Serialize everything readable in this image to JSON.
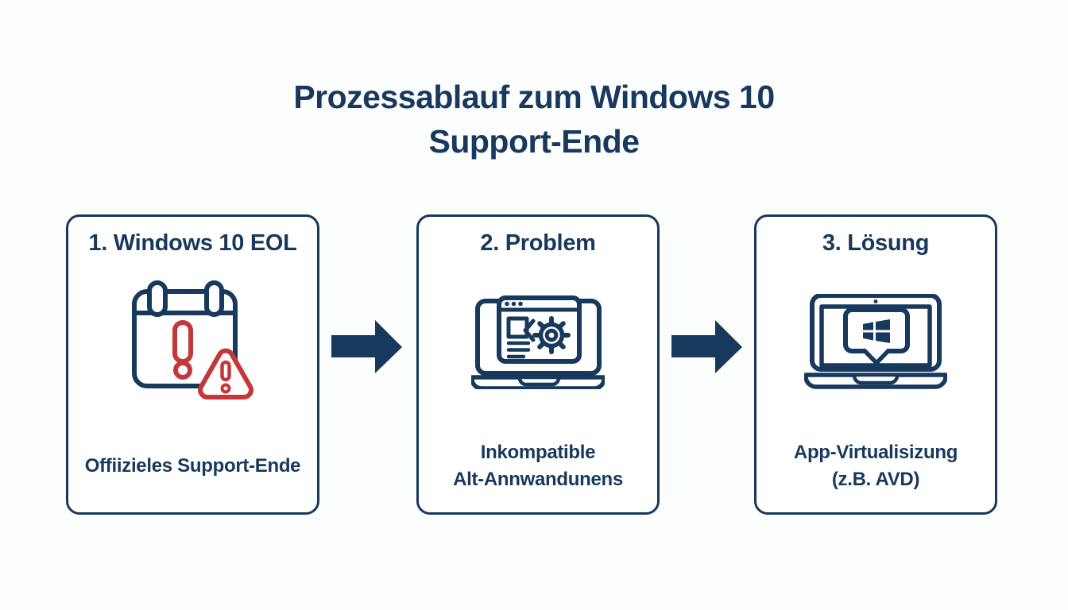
{
  "title": {
    "line1": "Prozessablauf zum Windows 10",
    "line2": "Support-Ende"
  },
  "steps": [
    {
      "heading": "1. Windows 10 EOL",
      "icon": "calendar-alert-icon",
      "caption_line1": "Offiizieles Support-Ende",
      "caption_line2": ""
    },
    {
      "heading": "2. Problem",
      "icon": "legacy-app-browser-icon",
      "caption_line1": "Inkompatible",
      "caption_line2": "Alt-Annwandunens"
    },
    {
      "heading": "3. Lösung",
      "icon": "laptop-windows-icon",
      "caption_line1": "App-Virtualisizung",
      "caption_line2": "(z.B. AVD)"
    }
  ],
  "connectors": [
    {
      "icon": "arrow-right-icon"
    },
    {
      "icon": "arrow-right-icon"
    }
  ],
  "colors": {
    "navy": "#17395d",
    "red": "#c4383c",
    "bg": "#fcfdfd",
    "card": "#ffffff"
  }
}
